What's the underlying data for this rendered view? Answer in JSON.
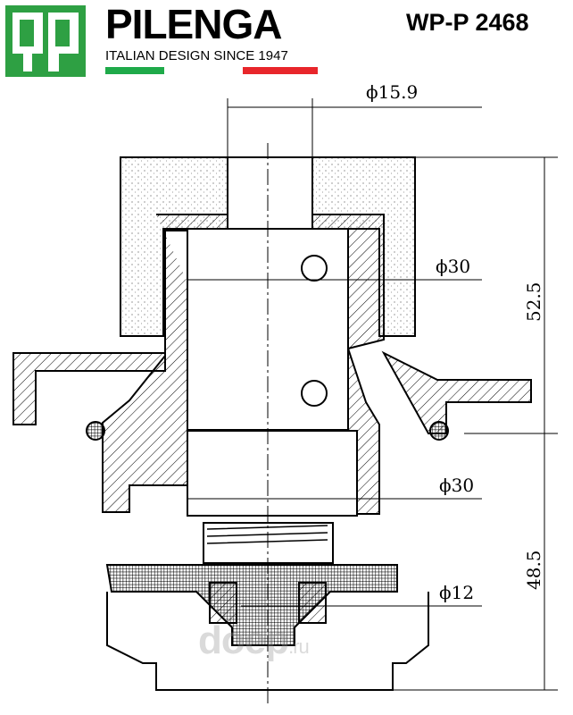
{
  "header": {
    "logo_letters": "qp",
    "brand": "PILENGA",
    "tagline": "ITALIAN DESIGN SINCE 1947",
    "part_number": "WP-P 2468",
    "colors": {
      "green": "#2ea043",
      "red": "#e8262b"
    }
  },
  "dimensions": {
    "shaft_diameter": "ϕ15.9",
    "bearing_upper_diameter": "ϕ30",
    "upper_height": "52.5",
    "bearing_lower_diameter": "ϕ30",
    "lower_height": "48.5",
    "bore_diameter": "ϕ12"
  },
  "watermark": {
    "main": "doep",
    "suffix": ".ru"
  }
}
